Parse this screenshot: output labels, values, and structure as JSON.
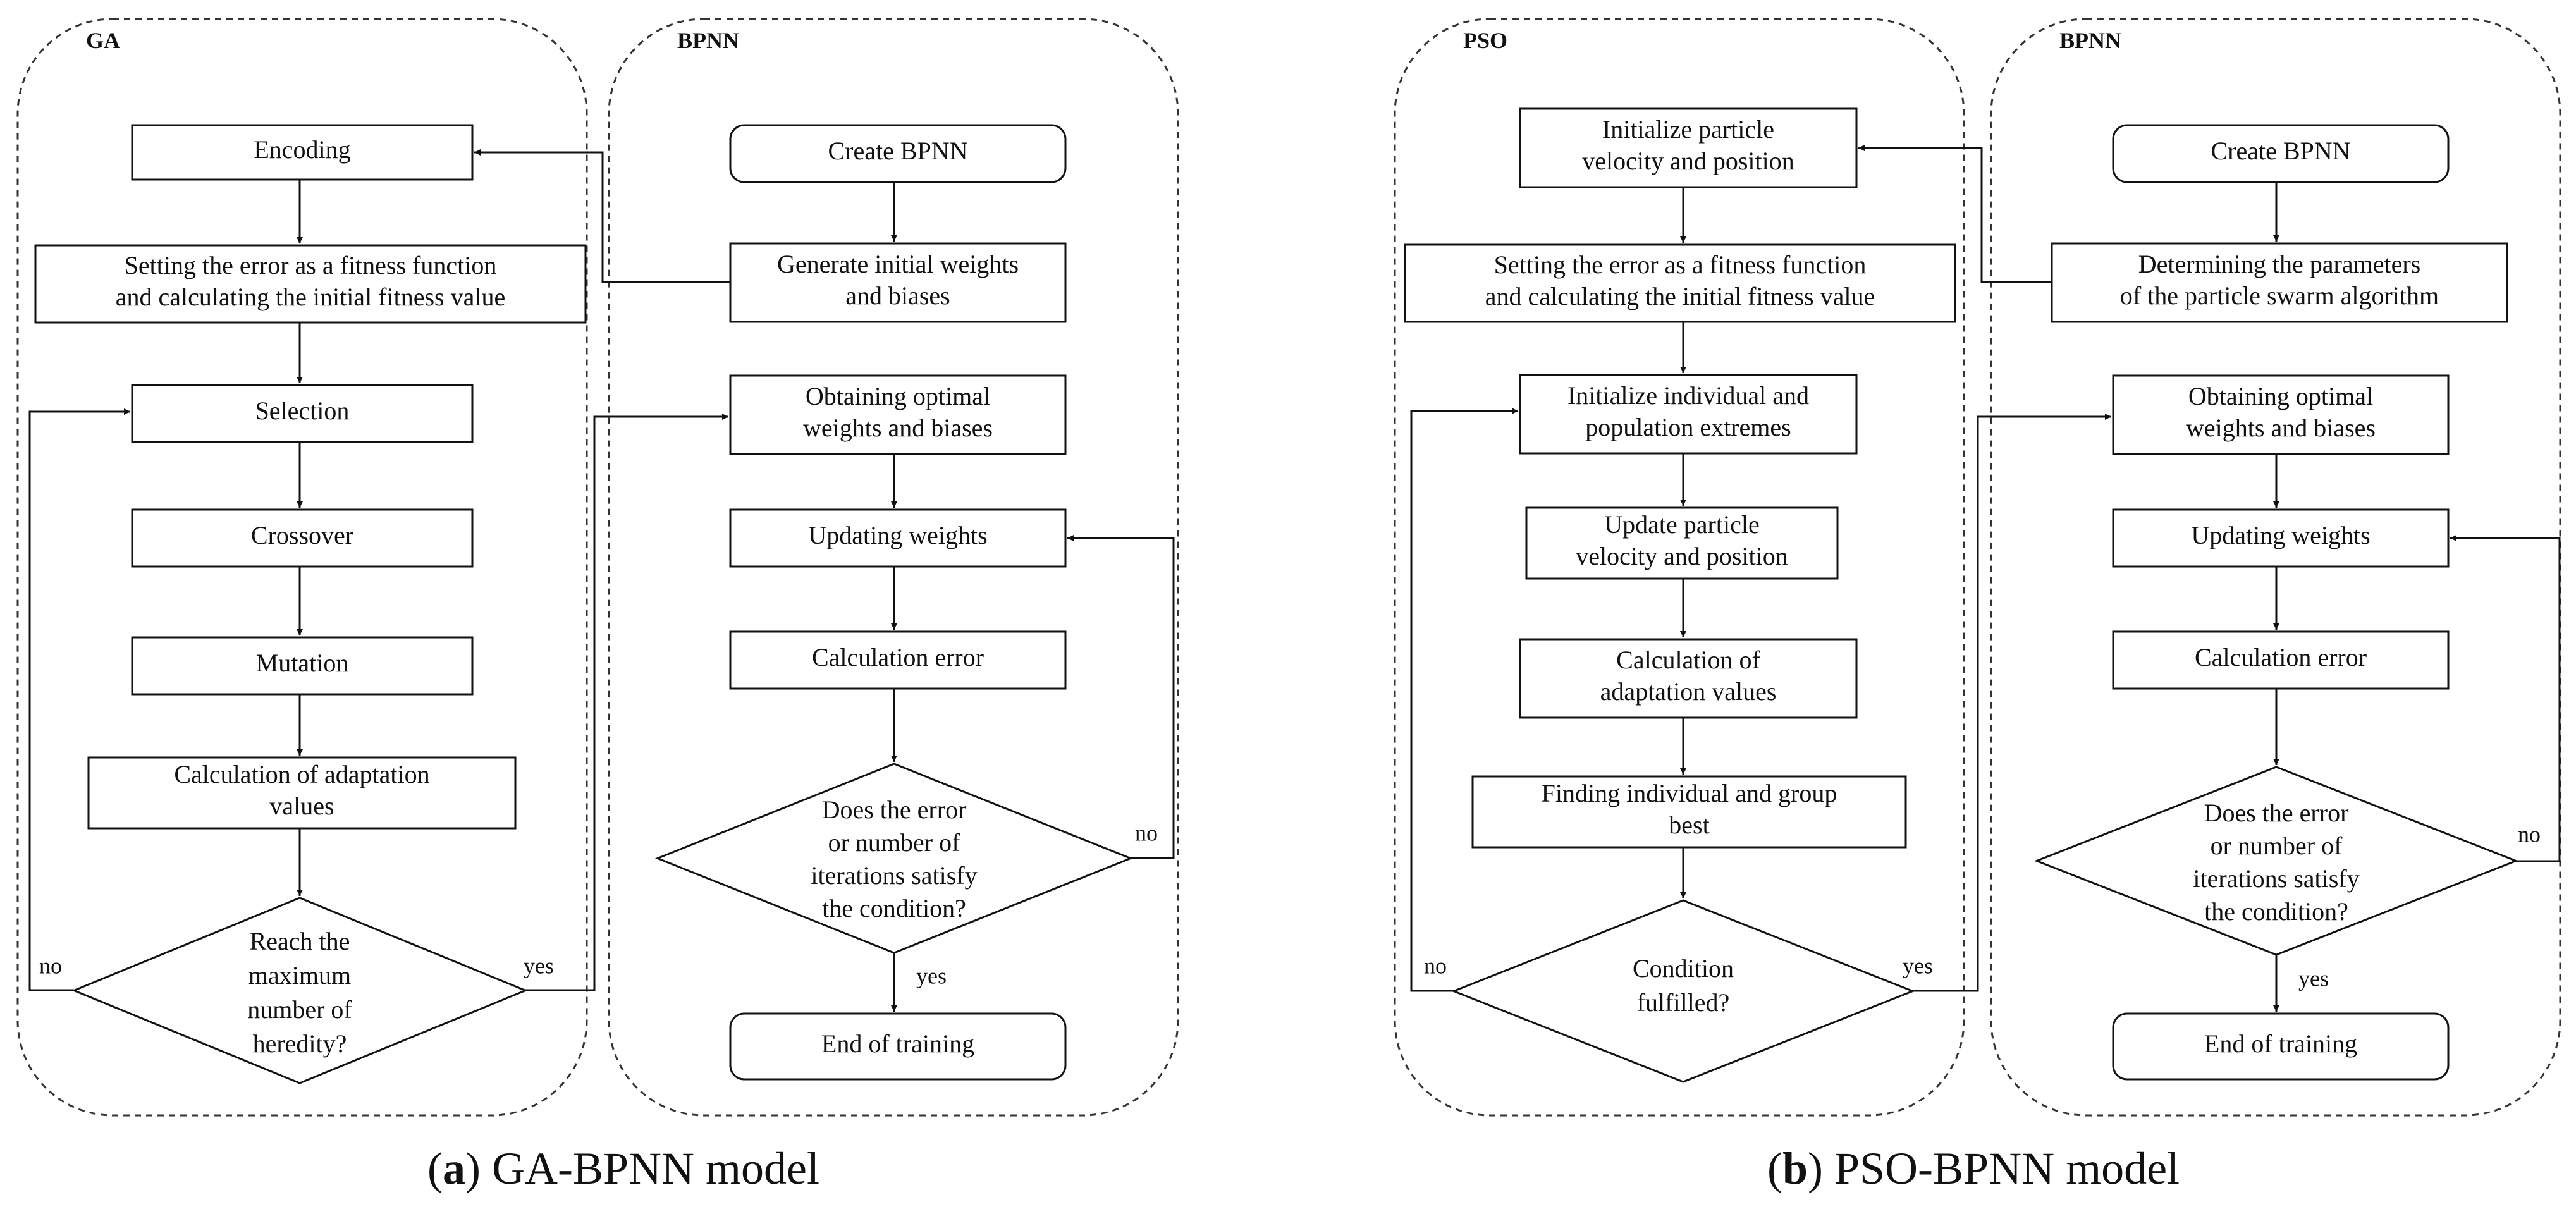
{
  "panels": [
    {
      "id": "a",
      "caption_letter": "a",
      "caption_text": " GA-BPNN model",
      "groups": [
        "GA",
        "BPNN"
      ],
      "nodes": {
        "encoding": [
          "Encoding"
        ],
        "fitness": [
          "Setting the error as a fitness function",
          "and calculating the initial fitness value"
        ],
        "selection": [
          "Selection"
        ],
        "crossover": [
          "Crossover"
        ],
        "mutation": [
          "Mutation"
        ],
        "adaptation": [
          "Calculation of adaptation",
          "values"
        ],
        "decision_ga": [
          "Reach the",
          "maximum",
          "number of",
          "heredity?"
        ],
        "create": [
          "Create BPNN"
        ],
        "generate": [
          "Generate initial weights",
          "and biases"
        ],
        "optimal": [
          "Obtaining optimal",
          "weights and biases"
        ],
        "updating": [
          "Updating weights"
        ],
        "calc_error": [
          "Calculation error"
        ],
        "decision_bp": [
          "Does the error",
          "or number of",
          "iterations satisfy",
          "the condition?"
        ],
        "end": [
          "End of training"
        ]
      },
      "edge_labels": {
        "no_left": "no",
        "yes_cross": "yes",
        "no_right": "no",
        "yes_end": "yes"
      }
    },
    {
      "id": "b",
      "caption_letter": "b",
      "caption_text": " PSO-BPNN model",
      "groups": [
        "PSO",
        "BPNN"
      ],
      "nodes": {
        "init_particle": [
          "Initialize particle",
          "velocity and position"
        ],
        "fitness": [
          "Setting the error as a fitness function",
          "and calculating the initial fitness value"
        ],
        "init_extremes": [
          "Initialize individual and",
          "population extremes"
        ],
        "update_particle": [
          "Update particle",
          "velocity and position"
        ],
        "adaptation": [
          "Calculation of",
          "adaptation values"
        ],
        "finding": [
          "Finding individual and group",
          "best"
        ],
        "decision_pso": [
          "Condition",
          "fulfilled?"
        ],
        "create": [
          "Create BPNN"
        ],
        "params": [
          "Determining the parameters",
          "of the particle swarm algorithm"
        ],
        "optimal": [
          "Obtaining optimal",
          "weights and biases"
        ],
        "updating": [
          "Updating weights"
        ],
        "calc_error": [
          "Calculation error"
        ],
        "decision_bp": [
          "Does the error",
          "or number of",
          "iterations satisfy",
          "the condition?"
        ],
        "end": [
          "End of training"
        ]
      },
      "edge_labels": {
        "no_left": "no",
        "yes_cross": "yes",
        "no_right": "no",
        "yes_end": "yes"
      }
    }
  ]
}
